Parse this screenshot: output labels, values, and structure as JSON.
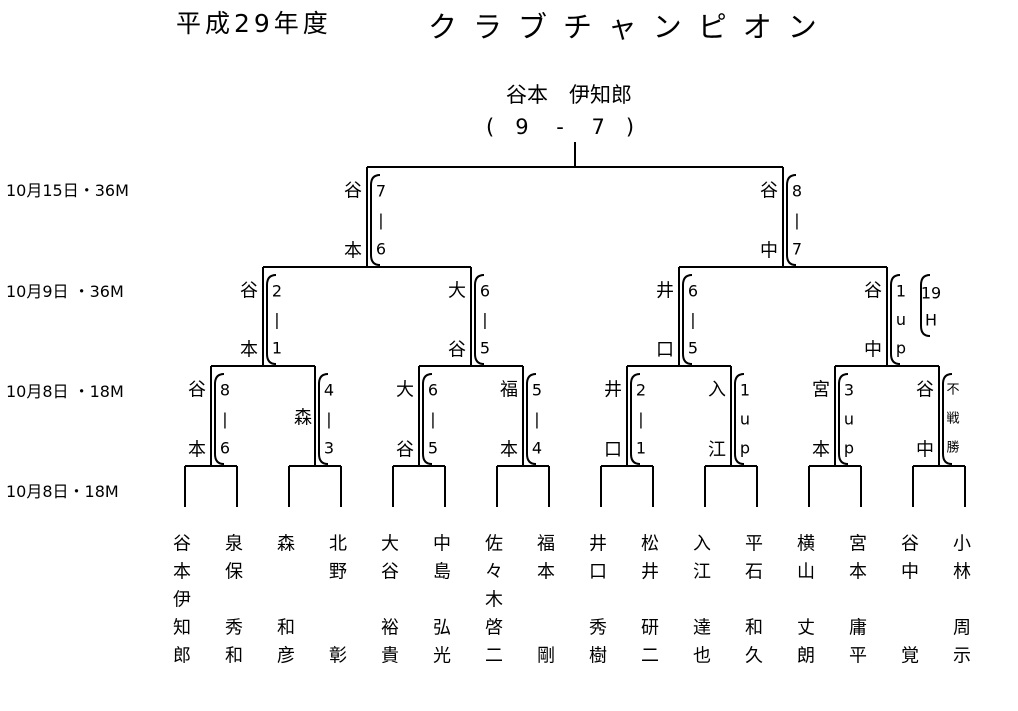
{
  "title": {
    "left": "平成29年度",
    "right": "クラブチャンピオン"
  },
  "champion": {
    "name": "谷本　伊知郎",
    "score": "(　9　 -　 7　)"
  },
  "round_labels": [
    "10月15日・36M",
    "10月9日 ・36M",
    "10月8日 ・18M",
    "10月8日・18M"
  ],
  "players": [
    {
      "surname": [
        "谷",
        "本",
        "伊"
      ],
      "given": [
        "知",
        "郎"
      ]
    },
    {
      "surname": [
        "泉",
        "保"
      ],
      "given": [
        "秀",
        "和"
      ]
    },
    {
      "surname": [
        "森"
      ],
      "given": [
        "和",
        "彦"
      ]
    },
    {
      "surname": [
        "北",
        "野"
      ],
      "given": [
        "",
        "彰"
      ]
    },
    {
      "surname": [
        "大",
        "谷"
      ],
      "given": [
        "裕",
        "貴"
      ]
    },
    {
      "surname": [
        "中",
        "島"
      ],
      "given": [
        "弘",
        "光"
      ]
    },
    {
      "surname": [
        "佐",
        "々",
        "木"
      ],
      "given": [
        "啓",
        "二"
      ]
    },
    {
      "surname": [
        "福",
        "本"
      ],
      "given": [
        "",
        "剛"
      ]
    },
    {
      "surname": [
        "井",
        "口"
      ],
      "given": [
        "秀",
        "樹"
      ]
    },
    {
      "surname": [
        "松",
        "井"
      ],
      "given": [
        "研",
        "二"
      ]
    },
    {
      "surname": [
        "入",
        "江"
      ],
      "given": [
        "達",
        "也"
      ]
    },
    {
      "surname": [
        "平",
        "石"
      ],
      "given": [
        "和",
        "久"
      ]
    },
    {
      "surname": [
        "横",
        "山"
      ],
      "given": [
        "丈",
        "朗"
      ]
    },
    {
      "surname": [
        "宮",
        "本"
      ],
      "given": [
        "庸",
        "平"
      ]
    },
    {
      "surname": [
        "谷",
        "中"
      ],
      "given": [
        "",
        "覚"
      ]
    },
    {
      "surname": [
        "小",
        "林"
      ],
      "given": [
        "周",
        "示"
      ]
    }
  ],
  "matches": {
    "r1": [
      {
        "winner": [
          "谷",
          "本"
        ],
        "score": [
          "8",
          "|",
          "6"
        ]
      },
      {
        "winner": [
          "森"
        ],
        "score": [
          "4",
          "|",
          "3"
        ]
      },
      {
        "winner": [
          "大",
          "谷"
        ],
        "score": [
          "6",
          "|",
          "5"
        ]
      },
      {
        "winner": [
          "福",
          "本"
        ],
        "score": [
          "5",
          "|",
          "4"
        ]
      },
      {
        "winner": [
          "井",
          "口"
        ],
        "score": [
          "2",
          "|",
          "1"
        ]
      },
      {
        "winner": [
          "入",
          "江"
        ],
        "score": [
          "1",
          "u",
          "p"
        ]
      },
      {
        "winner": [
          "宮",
          "本"
        ],
        "score": [
          "3",
          "u",
          "p"
        ]
      },
      {
        "winner": [
          "谷",
          "中"
        ],
        "score": [
          "不",
          "戦",
          "勝"
        ]
      }
    ],
    "qf": [
      {
        "winner": [
          "谷",
          "本"
        ],
        "score": [
          "2",
          "|",
          "1"
        ]
      },
      {
        "winner": [
          "大",
          "谷"
        ],
        "score": [
          "6",
          "|",
          "5"
        ]
      },
      {
        "winner": [
          "井",
          "口"
        ],
        "score": [
          "6",
          "|",
          "5"
        ]
      },
      {
        "winner": [
          "谷",
          "中"
        ],
        "score": [
          "1",
          "u",
          "p"
        ],
        "extra": [
          "19",
          "H"
        ]
      }
    ],
    "sf": [
      {
        "winner": [
          "谷",
          "本"
        ],
        "score": [
          "7",
          "|",
          "6"
        ]
      },
      {
        "winner": [
          "谷",
          "中"
        ],
        "score": [
          "8",
          "|",
          "7"
        ]
      }
    ]
  }
}
